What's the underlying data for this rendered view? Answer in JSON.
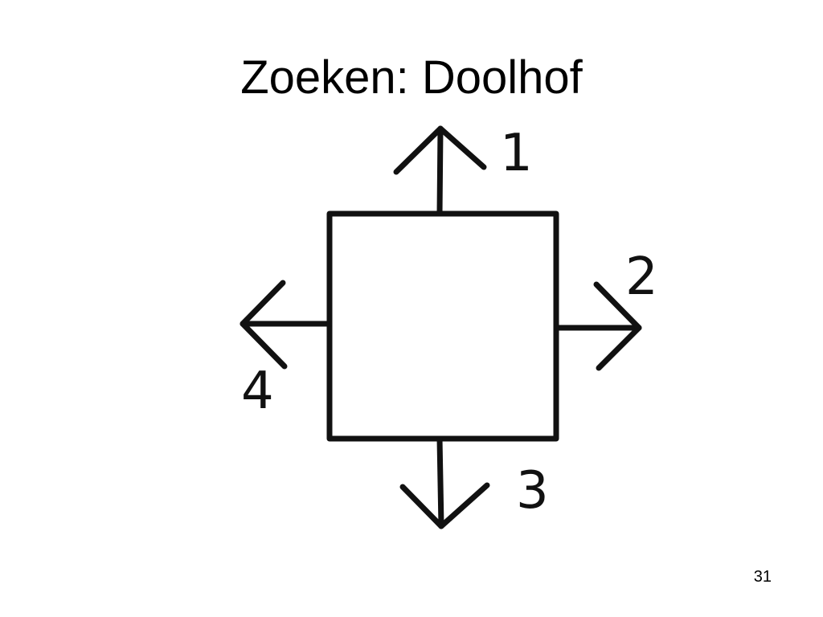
{
  "slide": {
    "title": "Zoeken: Doolhof",
    "page_number": "31"
  },
  "diagram": {
    "stroke_color": "#111111",
    "directions": [
      {
        "id": "up",
        "label": "1"
      },
      {
        "id": "right",
        "label": "2"
      },
      {
        "id": "down",
        "label": "3"
      },
      {
        "id": "left",
        "label": "4"
      }
    ]
  }
}
